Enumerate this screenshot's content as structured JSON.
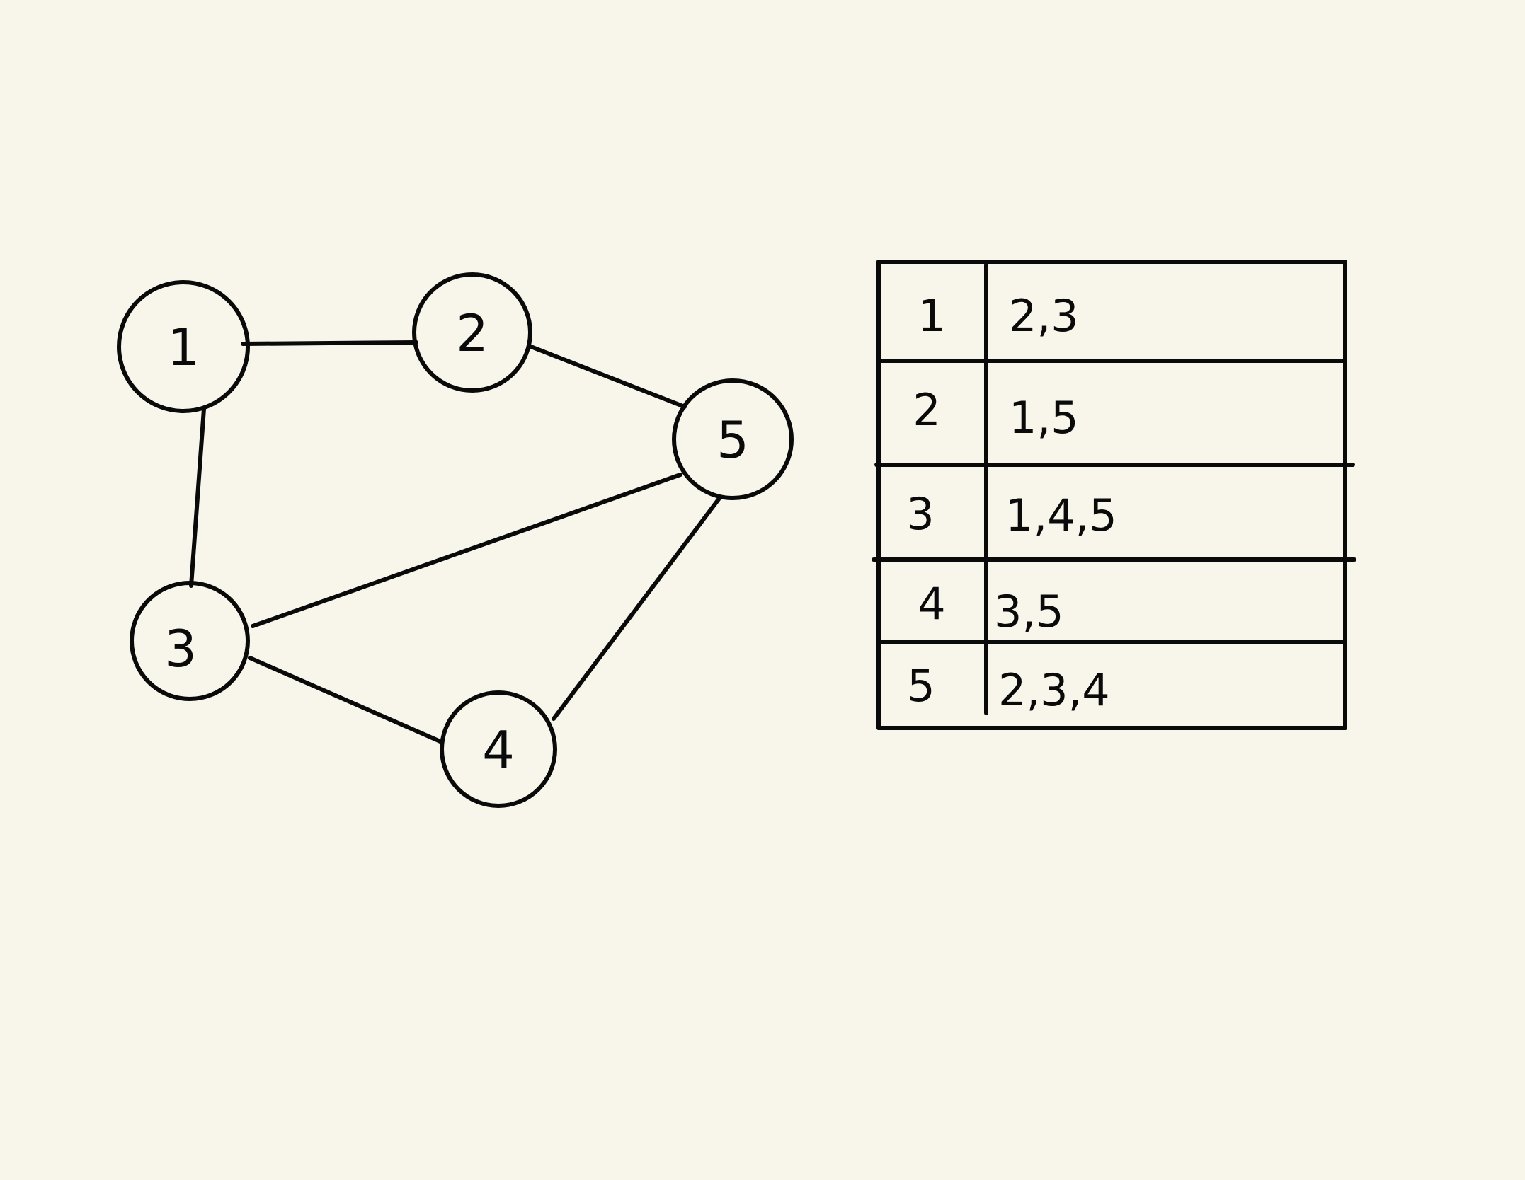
{
  "graph": {
    "nodes": [
      {
        "id": "1",
        "label": "1"
      },
      {
        "id": "2",
        "label": "2"
      },
      {
        "id": "3",
        "label": "3"
      },
      {
        "id": "4",
        "label": "4"
      },
      {
        "id": "5",
        "label": "5"
      }
    ],
    "edges": [
      {
        "from": "1",
        "to": "2"
      },
      {
        "from": "1",
        "to": "3"
      },
      {
        "from": "2",
        "to": "5"
      },
      {
        "from": "3",
        "to": "5"
      },
      {
        "from": "3",
        "to": "4"
      },
      {
        "from": "4",
        "to": "5"
      }
    ]
  },
  "adjacency_list": {
    "rows": [
      {
        "vertex": "1",
        "neighbors": "2,3"
      },
      {
        "vertex": "2",
        "neighbors": "1,5"
      },
      {
        "vertex": "3",
        "neighbors": "1,4,5"
      },
      {
        "vertex": "4",
        "neighbors": "3,5"
      },
      {
        "vertex": "5",
        "neighbors": "2,3,4"
      }
    ]
  }
}
